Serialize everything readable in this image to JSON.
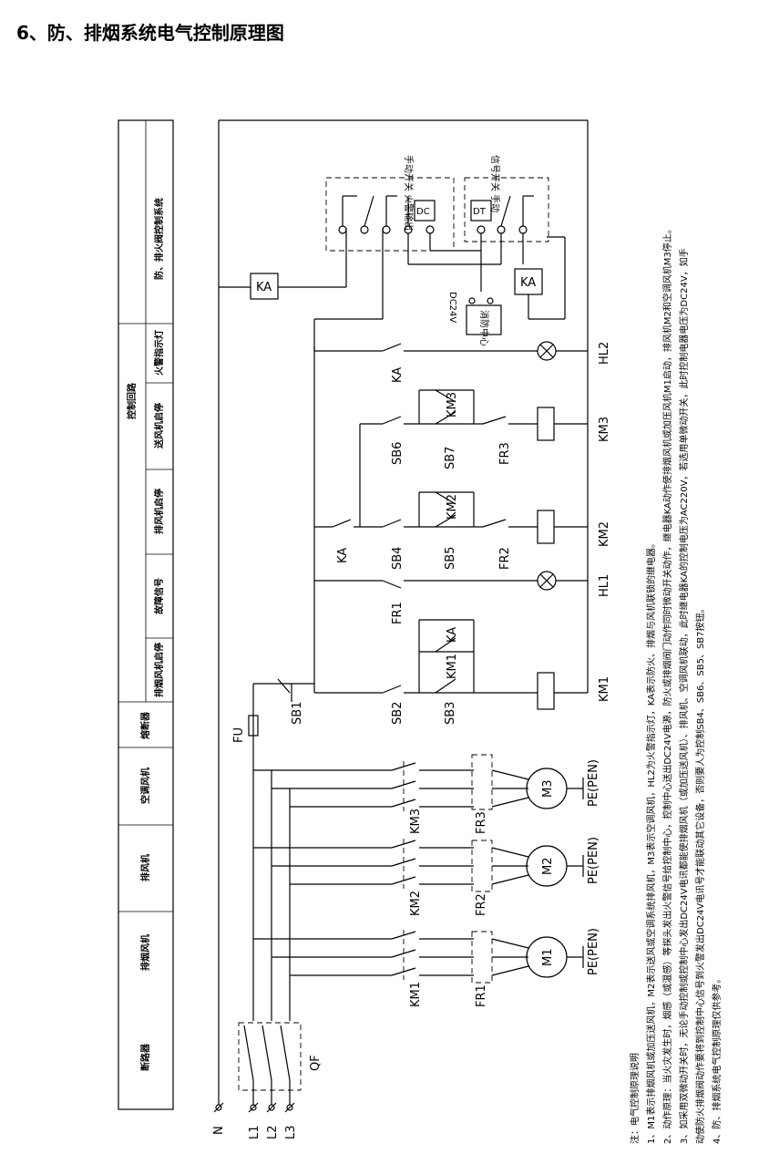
{
  "title": "6、防、排烟系统电气控制原理图",
  "table": {
    "top": "防、排火阀控制系统",
    "mid": "控制回路",
    "cols": [
      "排烟风机启停",
      "故障信号",
      "排风机启停",
      "送风机启停",
      "火警指示灯"
    ],
    "main": [
      "断路器",
      "排烟风机",
      "排风机",
      "空调风机",
      "熔断器"
    ]
  },
  "labels": {
    "N": "N",
    "L1": "L1",
    "L2": "L2",
    "L3": "L3",
    "QF": "QF",
    "FU": "FU",
    "KM1m": "KM1",
    "KM2m": "KM2",
    "KM3m": "KM3",
    "FR1m": "FR1",
    "FR2m": "FR2",
    "FR3m": "FR3",
    "M1": "M1",
    "M2": "M2",
    "M3": "M3",
    "PE": "PE(PEN)",
    "SB1": "SB1",
    "SB2": "SB2",
    "SB3": "SB3",
    "SB4": "SB4",
    "SB5": "SB5",
    "SB6": "SB6",
    "SB7": "SB7",
    "KM1": "KM1",
    "KM2": "KM2",
    "KM3": "KM3",
    "HL1": "HL1",
    "HL2": "HL2",
    "FR1": "FR1",
    "FR2": "FR2",
    "FR3": "FR3",
    "KA": "KA",
    "DC": "DC",
    "DT": "DT",
    "DC24V": "DC24V",
    "box": "消防中心",
    "sw1": "手动开关 火警输出",
    "sw2": "信号开关 手动"
  },
  "notes": [
    "注：电气控制原理说明",
    "1、M1表示排烟风机或加压送风机，M2表示送风或空调系统排风机，M3表示空调风机，HL2为火警指示灯，KA表示防火、排烟与风机联锁的继电器。",
    "2、动作原理：当火灾发生时，烟感（或温感）等探头发出火警信号给控制中心，控制中心送出DC24V电源，防火或排烟阀门动作同时微动开关动作，继电器KA动作使排烟风机或加压风机M1启动，排风机M2和空调风机M3停止。",
    "3、如采用双微动开关时，无论手动控制或控制中心发出DC24V电讯都能使排烟风机（或加压送风机）、排风机、空调风机联动，此时继电器KA的控制电压为AC220V，若选用单微动开关，此时控制电器电压为DC24V，如手",
    "动使防火排烟阀动作要将到控制中心信号到火警发出DC24V电讯号才能联动其它设备，否则要人为控制SB4、SB6、SB5、SB7按钮。",
    "4、防、排烟系统电气控制原理仅供参考。"
  ]
}
